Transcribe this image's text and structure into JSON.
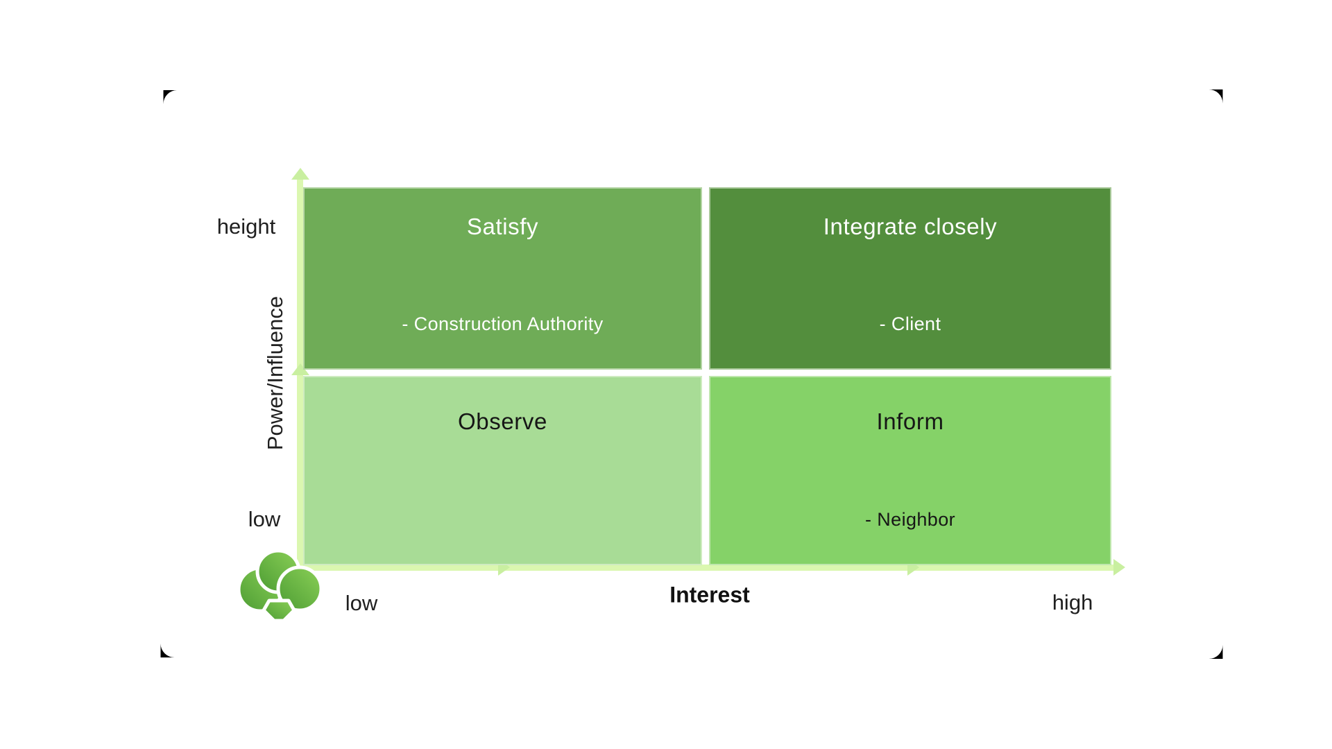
{
  "diagram": {
    "type": "stakeholder-power-interest-matrix",
    "background": "#ffffff"
  },
  "matrix": {
    "quadrants": [
      {
        "id": "satisfy",
        "title": "Satisfy",
        "subtitle": "- Construction Authority",
        "bg": "#6fac57",
        "text_color": "#ffffff",
        "position": "top-left"
      },
      {
        "id": "integrate-closely",
        "title": "Integrate closely",
        "subtitle": "- Client",
        "bg": "#538e3d",
        "text_color": "#ffffff",
        "position": "top-right"
      },
      {
        "id": "observe",
        "title": "Observe",
        "subtitle": "",
        "bg": "#a8dc96",
        "text_color": "#161616",
        "position": "bottom-left"
      },
      {
        "id": "inform",
        "title": "Inform",
        "subtitle": "- Neighbor",
        "bg": "#85d268",
        "text_color": "#161616",
        "position": "bottom-right"
      }
    ]
  },
  "axes": {
    "y": {
      "label": "Power/Influence",
      "top_label": "height",
      "bottom_label": "low",
      "line_color": "#dbf7b0",
      "arrow_color": "#c9efa0"
    },
    "x": {
      "label": "Interest",
      "left_label": "low",
      "right_label": "high",
      "line_color": "#dbf7b0",
      "arrow_color": "#c9efa0"
    }
  },
  "logo": {
    "name": "broccoli-logo",
    "gradient_from": "#8bd057",
    "gradient_to": "#4c9c33",
    "stem_color": "#62b447"
  },
  "corner_marks": {
    "color": "#000000",
    "count": 4
  }
}
